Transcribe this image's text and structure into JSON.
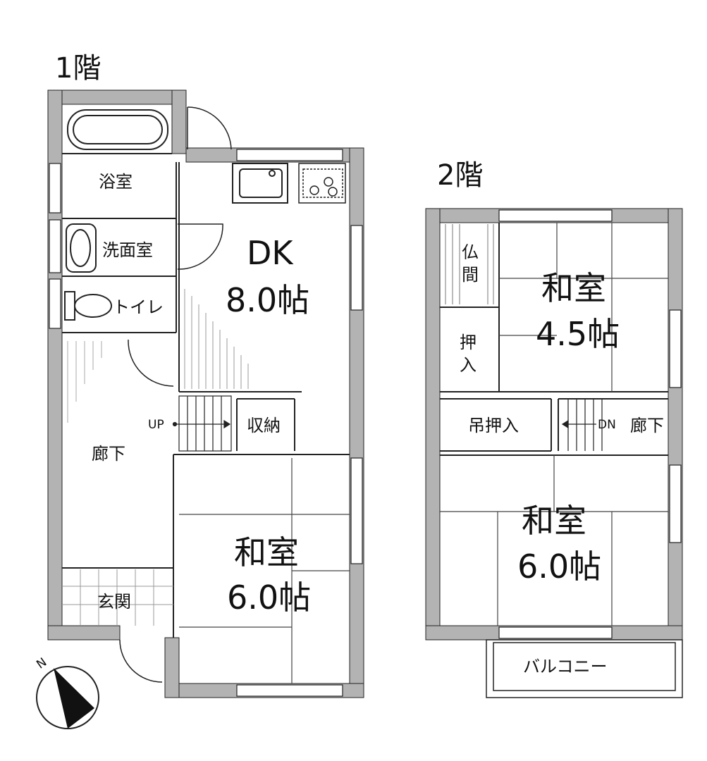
{
  "floor1": {
    "title": "1階",
    "rooms": {
      "bath": "浴室",
      "washroom": "洗面室",
      "toilet": "トイレ",
      "dk_name": "DK",
      "dk_size": "8.0帖",
      "storage": "収納",
      "corridor": "廊下",
      "entrance": "玄関",
      "washitsu_name": "和室",
      "washitsu_size": "6.0帖"
    },
    "stairs_label": "UP"
  },
  "floor2": {
    "title": "2階",
    "rooms": {
      "butsuma_1": "仏",
      "butsuma_2": "間",
      "oshiire_1": "押",
      "oshiire_2": "入",
      "washitsu_small_name": "和室",
      "washitsu_small_size": "4.5帖",
      "tsuri_oshiire": "吊押入",
      "corridor": "廊下",
      "washitsu_large_name": "和室",
      "washitsu_large_size": "6.0帖",
      "balcony": "バルコニー"
    },
    "stairs_label": "DN"
  },
  "compass": {
    "label": "N"
  },
  "colors": {
    "wall": "#b3b3b3",
    "line": "#222222",
    "background": "#ffffff"
  }
}
